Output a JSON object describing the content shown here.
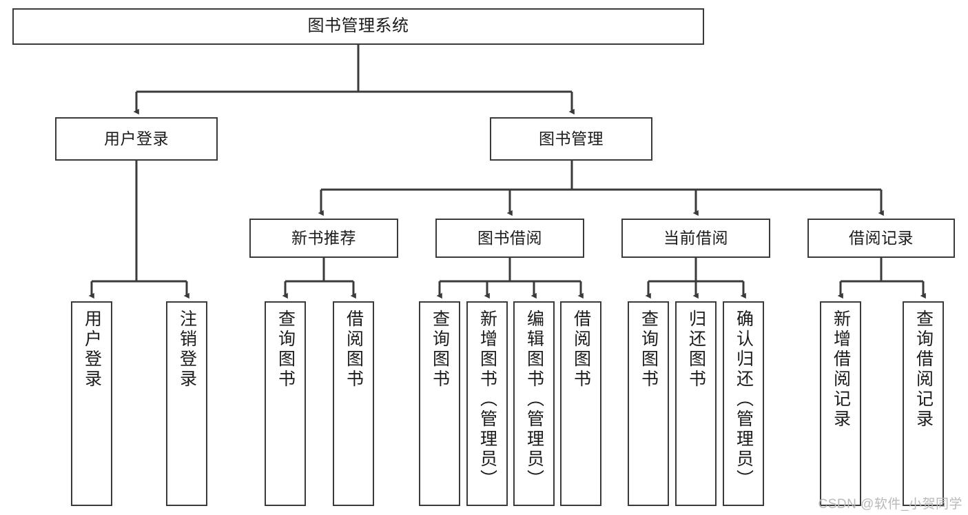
{
  "diagram": {
    "title": "图书管理系统",
    "type": "tree-hierarchy-chart",
    "colors": {
      "box_border": "#3a3a3a",
      "box_fill": "#ffffff",
      "connector": "#3a3a3a",
      "text": "#1b1b1b",
      "watermark": "#b9b9b9"
    },
    "root": {
      "label": "图书管理系统"
    },
    "level2": [
      {
        "label": "用户登录"
      },
      {
        "label": "图书管理"
      }
    ],
    "level3": [
      {
        "label": "新书推荐"
      },
      {
        "label": "图书借阅"
      },
      {
        "label": "当前借阅"
      },
      {
        "label": "借阅记录"
      }
    ],
    "leaves": {
      "user_login": [
        {
          "label": "用户登录"
        },
        {
          "label": "注销登录"
        }
      ],
      "new_book_recommend": [
        {
          "label": "查询图书"
        },
        {
          "label": "借阅图书"
        }
      ],
      "book_borrow": [
        {
          "label": "查询图书"
        },
        {
          "label": "新增图书（管理员）"
        },
        {
          "label": "编辑图书（管理员）"
        },
        {
          "label": "借阅图书"
        }
      ],
      "current_borrow": [
        {
          "label": "查询图书"
        },
        {
          "label": "归还图书"
        },
        {
          "label": "确认归还（管理员）"
        }
      ],
      "borrow_record": [
        {
          "label": "新增借阅记录"
        },
        {
          "label": "查询借阅记录"
        }
      ]
    }
  },
  "watermark": {
    "text": "CSDN @软件_小贺同学"
  }
}
